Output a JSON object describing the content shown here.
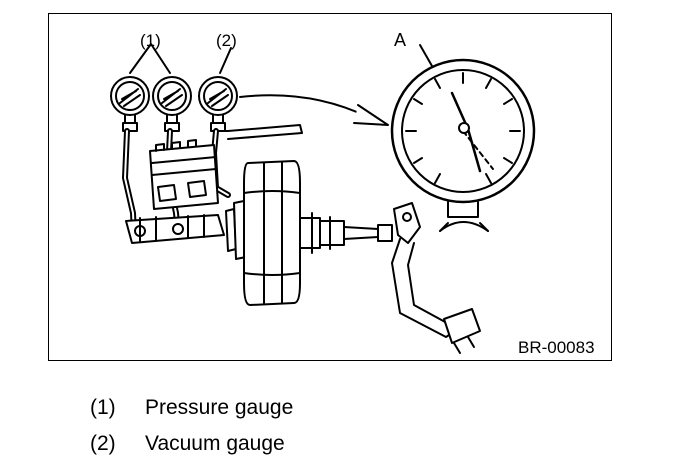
{
  "figure": {
    "callouts": {
      "gauge_1": "(1)",
      "gauge_2": "(2)",
      "detail": "A"
    },
    "figure_id": "BR-00083"
  },
  "legend": [
    {
      "num": "(1)",
      "text": "Pressure gauge"
    },
    {
      "num": "(2)",
      "text": "Vacuum gauge"
    }
  ]
}
